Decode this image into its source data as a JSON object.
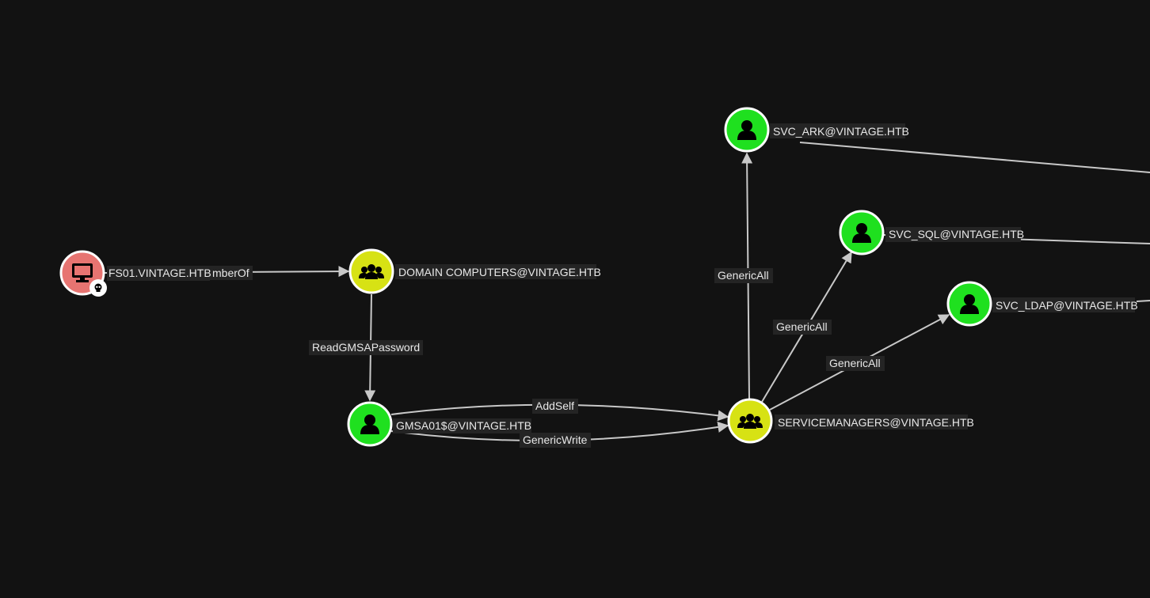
{
  "colors": {
    "background": "#121212",
    "user": "#1fe01f",
    "group": "#d7e214",
    "computer": "#e77471",
    "edge": "#c8c8c8",
    "label_bg": "#242424",
    "label_text": "#e8e8e8"
  },
  "nodes": [
    {
      "id": "fs01",
      "label": "FS01.VINTAGE.HTB",
      "kind": "computer",
      "icon": "monitor-icon",
      "badge": "skull-icon",
      "color": "#e77471"
    },
    {
      "id": "domcomp",
      "label": "DOMAIN COMPUTERS@VINTAGE.HTB",
      "kind": "group",
      "icon": "group-icon",
      "color": "#d7e214"
    },
    {
      "id": "gmsa",
      "label": "GMSA01$@VINTAGE.HTB",
      "kind": "user",
      "icon": "user-icon",
      "color": "#1fe01f"
    },
    {
      "id": "svcmgr",
      "label": "SERVICEMANAGERS@VINTAGE.HTB",
      "kind": "group",
      "icon": "group-icon",
      "color": "#d7e214"
    },
    {
      "id": "ark",
      "label": "SVC_ARK@VINTAGE.HTB",
      "kind": "user",
      "icon": "user-icon",
      "color": "#1fe01f"
    },
    {
      "id": "sql",
      "label": "SVC_SQL@VINTAGE.HTB",
      "kind": "user",
      "icon": "user-icon",
      "color": "#1fe01f"
    },
    {
      "id": "ldap",
      "label": "SVC_LDAP@VINTAGE.HTB",
      "kind": "user",
      "icon": "user-icon",
      "color": "#1fe01f"
    }
  ],
  "edges": [
    {
      "id": "e1",
      "from": "fs01",
      "to": "domcomp",
      "label": "mberOf"
    },
    {
      "id": "e2",
      "from": "domcomp",
      "to": "gmsa",
      "label": "ReadGMSAPassword"
    },
    {
      "id": "e3",
      "from": "gmsa",
      "to": "svcmgr",
      "label": "AddSelf"
    },
    {
      "id": "e4",
      "from": "gmsa",
      "to": "svcmgr",
      "label": "GenericWrite"
    },
    {
      "id": "e5",
      "from": "svcmgr",
      "to": "ark",
      "label": "GenericAll"
    },
    {
      "id": "e6",
      "from": "svcmgr",
      "to": "sql",
      "label": "GenericAll"
    },
    {
      "id": "e7",
      "from": "svcmgr",
      "to": "ldap",
      "label": "GenericAll"
    },
    {
      "id": "e8",
      "from": "ark",
      "to": "offscreen",
      "label": ""
    },
    {
      "id": "e9",
      "from": "sql",
      "to": "offscreen",
      "label": ""
    },
    {
      "id": "e10",
      "from": "ldap",
      "to": "offscreen",
      "label": ""
    }
  ]
}
